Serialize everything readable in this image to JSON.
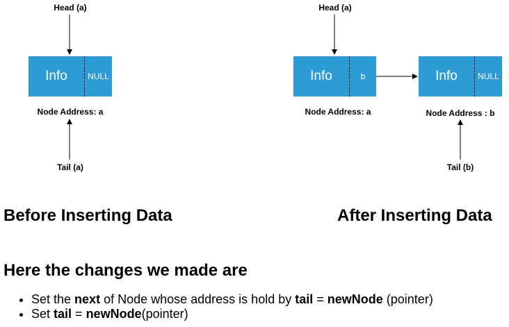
{
  "colors": {
    "node_fill": "#2d9bd6",
    "node_text": "#ffffff",
    "arrow": "#000000"
  },
  "before": {
    "head_label": "Head (a)",
    "tail_label": "Tail (a)",
    "node": {
      "info": "Info",
      "next": "NULL",
      "address": "Node Address: a"
    },
    "caption": "Before Inserting Data"
  },
  "after": {
    "head_label": "Head (a)",
    "tail_label": "Tail (b)",
    "node_a": {
      "info": "Info",
      "next": "b",
      "address": "Node Address: a"
    },
    "node_b": {
      "info": "Info",
      "next": "NULL",
      "address": "Node Address : b"
    },
    "caption": "After Inserting Data"
  },
  "changes": {
    "title": "Here the changes we made are",
    "items": [
      {
        "t1": "Set the ",
        "b1": "next",
        "t2": " of Node whose address is hold by ",
        "b2": "tail",
        "t3": " = ",
        "b3": "newNode",
        "t4": " (pointer)"
      },
      {
        "t1": "Set ",
        "b1": "tail",
        "t2": " = ",
        "b2": "newNode",
        "t3": "(pointer)"
      }
    ]
  }
}
